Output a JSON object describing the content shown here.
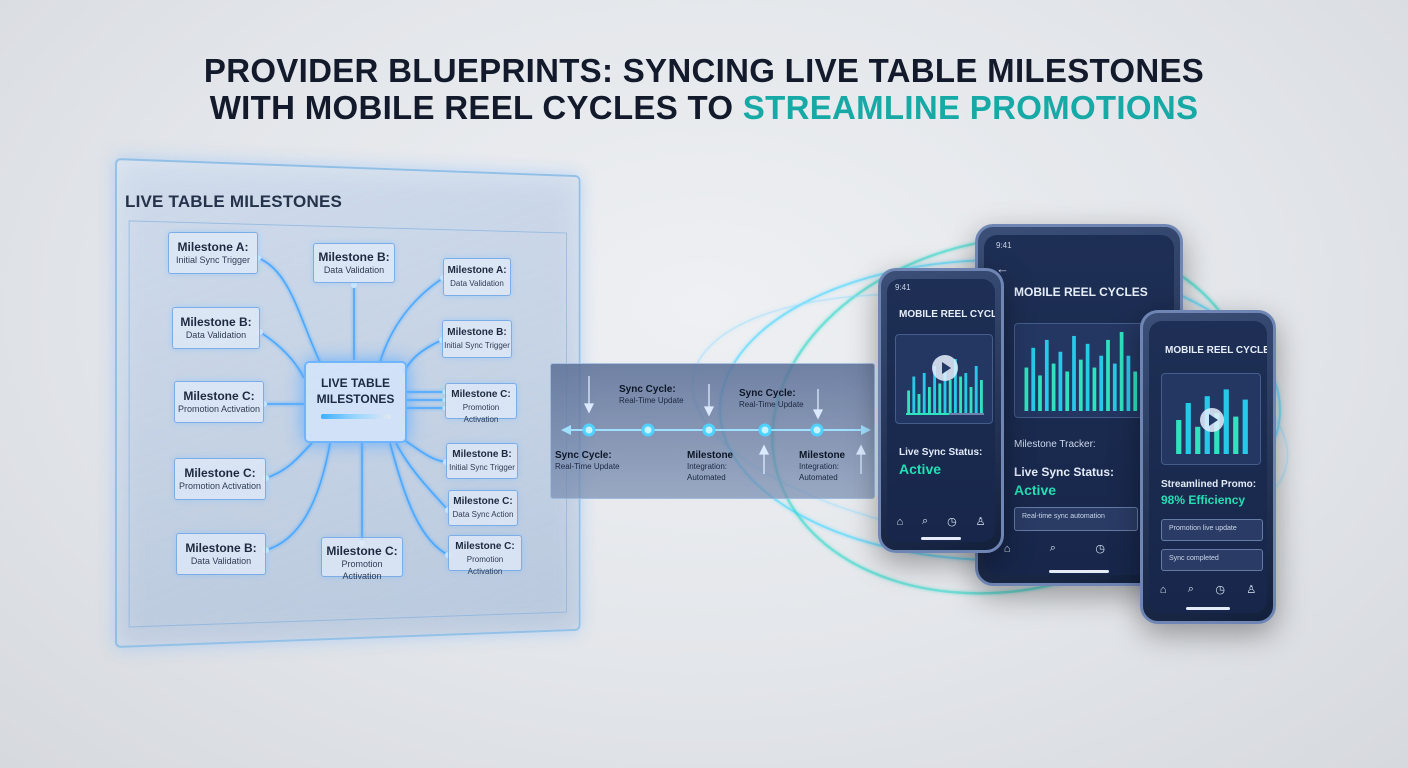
{
  "title": {
    "line1": "PROVIDER BLUEPRINTS: SYNCING LIVE TABLE MILESTONES",
    "line2_main": "WITH MOBILE REEL CYCLES TO ",
    "line2_accent": "STREAMLINE PROMOTIONS"
  },
  "panel": {
    "title": "LIVE TABLE MILESTONES",
    "hub": {
      "line1": "LIVE TABLE",
      "line2": "MILESTONES"
    },
    "nodes": [
      {
        "title": "Milestone A:",
        "sub": "Initial Sync Trigger"
      },
      {
        "title": "Milestone B:",
        "sub": "Data Validation"
      },
      {
        "title": "Milestone B:",
        "sub": "Data Validation"
      },
      {
        "title": "Milestone C:",
        "sub": "Promotion Activation"
      },
      {
        "title": "Milestone C:",
        "sub": "Promotion Activation"
      },
      {
        "title": "Milestone B:",
        "sub": "Data Validation"
      },
      {
        "title": "Milestone C:",
        "sub": "Promotion Activation"
      },
      {
        "title": "Milestone A:",
        "sub": "Data Validation"
      },
      {
        "title": "Milestone B:",
        "sub": "Initial Sync Trigger"
      },
      {
        "title": "Milestone C:",
        "sub": "Promotion Activation"
      },
      {
        "title": "Milestone B:",
        "sub": "Initial Sync Trigger"
      },
      {
        "title": "Milestone C:",
        "sub": "Data Sync Action"
      },
      {
        "title": "Milestone C:",
        "sub": "Promotion Activation"
      }
    ]
  },
  "sync": {
    "top1": {
      "title": "Sync Cycle:",
      "sub": "Real-Time Update"
    },
    "top2": {
      "title": "Sync Cycle:",
      "sub": "Real-Time Update"
    },
    "bot1": {
      "title": "Sync Cycle:",
      "sub": "Real-Time Update"
    },
    "bot2": {
      "title": "Milestone",
      "sub1": "Integration:",
      "sub2": "Automated"
    },
    "bot3": {
      "title": "Milestone",
      "sub1": "Integration:",
      "sub2": "Automated"
    }
  },
  "phone_left": {
    "status_time": "9:41",
    "title": "MOBILE REEL CYCLES",
    "status_label": "Live Sync Status:",
    "status_value": "Active",
    "chart": [
      0.35,
      0.55,
      0.3,
      0.6,
      0.4,
      0.7,
      0.45,
      0.65,
      0.5,
      0.8,
      0.55,
      0.6,
      0.4,
      0.7,
      0.5
    ]
  },
  "phone_mid": {
    "status_time": "9:41",
    "title": "MOBILE REEL CYCLES",
    "milestone_label": "Milestone Tracker:",
    "status_label": "Live Sync Status:",
    "status_value": "Active",
    "box1": "Real-time sync automation",
    "chart": [
      0.55,
      0.8,
      0.45,
      0.9,
      0.6,
      0.75,
      0.5,
      0.95,
      0.65,
      0.85,
      0.55,
      0.7,
      0.9,
      0.6,
      1.0,
      0.7,
      0.5,
      0.8,
      0.65,
      0.75
    ]
  },
  "phone_right": {
    "title": "MOBILE REEL CYCLES",
    "promo_label": "Streamlined Promo:",
    "promo_value": "98% Efficiency",
    "box1": "Promotion live update",
    "box2": "Sync completed",
    "chart": [
      0.5,
      0.75,
      0.4,
      0.85,
      0.6,
      0.95,
      0.55,
      0.8
    ]
  },
  "icons": [
    "home-icon",
    "search-icon",
    "timer-icon",
    "user-icon"
  ]
}
